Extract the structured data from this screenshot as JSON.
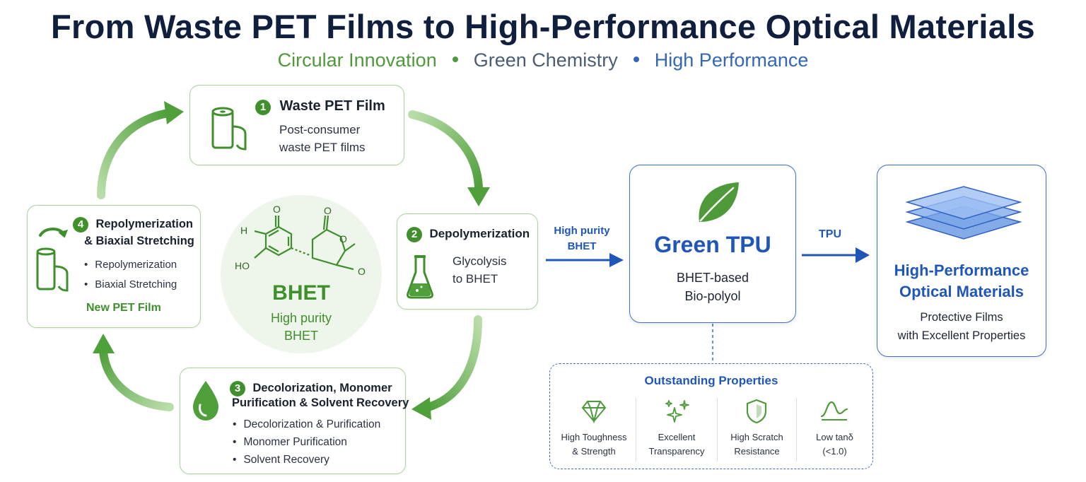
{
  "header": {
    "title": "From Waste PET Films to High-Performance Optical Materials",
    "subtitle": [
      "Circular Innovation",
      "Green Chemistry",
      "High Performance"
    ]
  },
  "steps": [
    {
      "num": "1",
      "title": "Waste PET Film",
      "desc": [
        "Post-consumer",
        "waste PET films"
      ],
      "icon": "film-roll-icon"
    },
    {
      "num": "2",
      "title": "Depolymerization",
      "desc": [
        "Glycolysis",
        "to BHET"
      ],
      "icon": "flask-icon"
    },
    {
      "num": "3",
      "title": [
        "Decolorization, Monomer",
        "Purification & Solvent Recovery"
      ],
      "bullets": [
        "Decolorization & Purification",
        "Monomer Purification",
        "Solvent Recovery"
      ],
      "icon": "droplet-icon"
    },
    {
      "num": "4",
      "title": [
        "Repolymerization",
        "& Biaxial Stretching"
      ],
      "bullets": [
        "Repolymerization",
        "Biaxial Stretching"
      ],
      "result": "New PET Film",
      "icon": "film-roll-refresh-icon"
    }
  ],
  "center": {
    "molecule_labels": [
      "H",
      "O",
      "HO",
      "O",
      "O",
      "O"
    ],
    "name": "BHET",
    "desc": [
      "High purity",
      "BHET"
    ]
  },
  "flow": {
    "to_tpu_label": [
      "High purity",
      "BHET"
    ],
    "to_optical_label": "TPU"
  },
  "green_tpu": {
    "title": "Green TPU",
    "desc": [
      "BHET-based",
      "Bio-polyol"
    ],
    "icon": "leaf-icon"
  },
  "optical": {
    "title": [
      "High-Performance",
      "Optical Materials"
    ],
    "desc": [
      "Protective Films",
      "with Excellent Properties"
    ],
    "icon": "layered-films-icon"
  },
  "properties": {
    "title": "Outstanding Properties",
    "items": [
      {
        "label": [
          "High Toughness",
          "& Strength"
        ],
        "icon": "diamond-icon"
      },
      {
        "label": [
          "Excellent",
          "Transparency"
        ],
        "icon": "sparkle-icon"
      },
      {
        "label": [
          "High Scratch",
          "Resistance"
        ],
        "icon": "shield-icon"
      },
      {
        "label": [
          "Low tanδ",
          "(<1.0)"
        ],
        "icon": "wave-icon"
      }
    ]
  },
  "colors": {
    "green_accent": "#3f8f2c",
    "blue_accent": "#1f56b8",
    "title_navy": "#0f1f3d"
  }
}
